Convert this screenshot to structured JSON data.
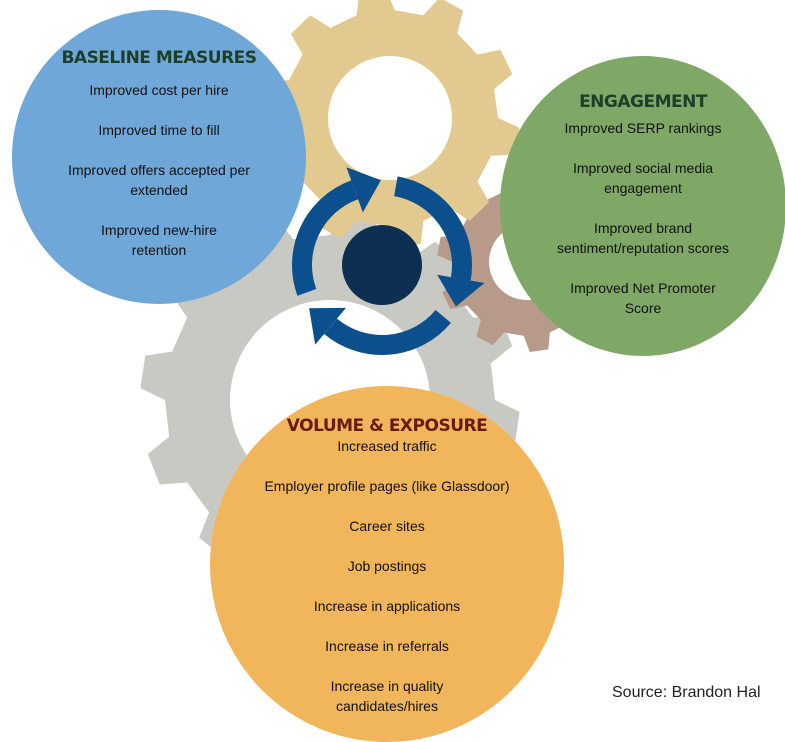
{
  "colors": {
    "baseline_circle": "#6fa7d9",
    "engagement_circle": "#7fa866",
    "volume_circle": "#f1b55b",
    "gear_tan": "#e2c98f",
    "gear_gray": "#c9c9c3",
    "gear_brown": "#b89a8a",
    "arrow_blue": "#0b4f8c",
    "center_navy": "#0c2f52",
    "green_title": "#1d3f2a",
    "red_title": "#6b1a10"
  },
  "baseline": {
    "title": "BASELINE MEASURES",
    "items": [
      "Improved cost per hire",
      "Improved time to fill",
      "Improved offers accepted per extended",
      "Improved new-hire retention"
    ]
  },
  "engagement": {
    "title": "ENGAGEMENT",
    "items": [
      "Improved SERP rankings",
      "Improved social media engagement",
      "Improved brand sentiment/reputation scores",
      "Improved Net Promoter Score"
    ]
  },
  "volume": {
    "title": "VOLUME & EXPOSURE",
    "items": [
      "Increased traffic",
      "Employer profile pages (like Glassdoor)",
      "Career sites",
      "Job postings",
      "Increase in applications",
      "Increase in referrals",
      "Increase in quality candidates/hires"
    ]
  },
  "source": "Source: Brandon Hal",
  "icons": [
    "gear-icon",
    "cycle-arrows-icon"
  ]
}
